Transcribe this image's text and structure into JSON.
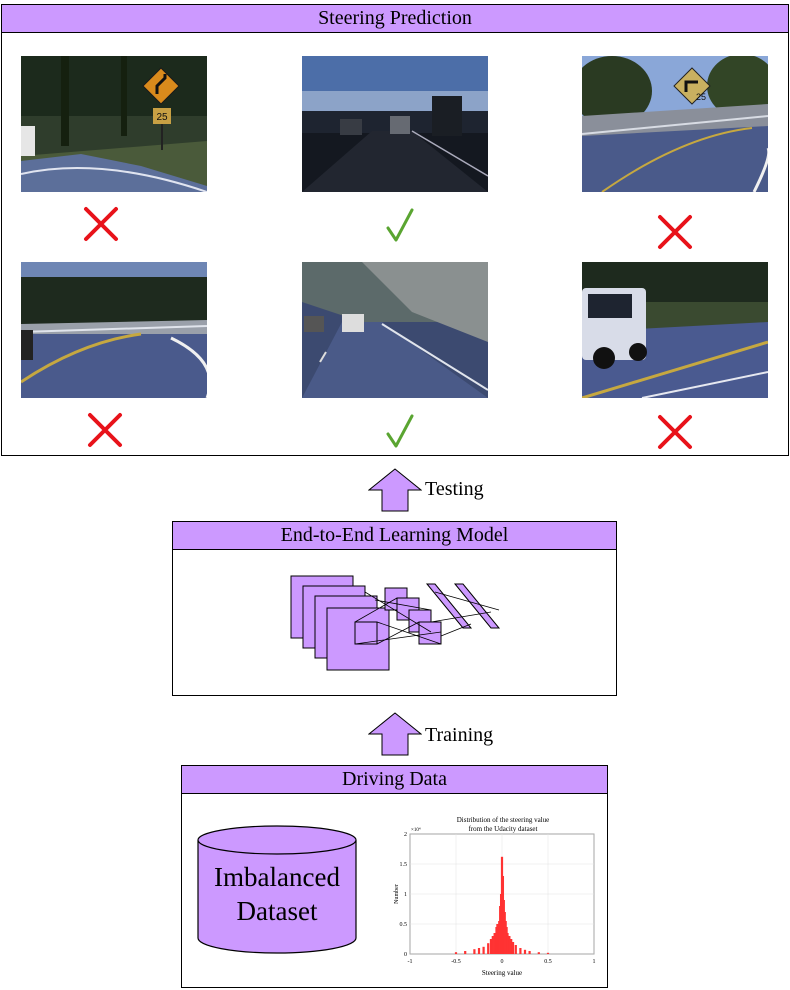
{
  "steering": {
    "title": "Steering Prediction",
    "results": [
      "cross",
      "check",
      "cross",
      "cross",
      "check",
      "cross"
    ],
    "icons": {
      "wrong": "cross-icon",
      "right": "check-icon"
    },
    "colors": {
      "cross": "#e8121a",
      "check": "#5aa531"
    }
  },
  "arrows": {
    "testing": "Testing",
    "training": "Training"
  },
  "model": {
    "title": "End-to-End Learning Model"
  },
  "driving": {
    "title": "Driving Data",
    "dataset_line1": "Imbalanced",
    "dataset_line2": "Dataset"
  },
  "colors": {
    "accent": "#cc99ff",
    "border": "#000000"
  },
  "chart_data": {
    "type": "bar",
    "title": "Distribution of the steering value",
    "subtitle": "from the Udacity dataset",
    "xlabel": "Steering value",
    "ylabel": "Number",
    "y_multiplier": "×10⁴",
    "xlim": [
      -1,
      1
    ],
    "ylim": [
      0,
      2
    ],
    "x_ticks": [
      "-1",
      "-0.5",
      "0",
      "0.5",
      "1"
    ],
    "y_ticks": [
      "0",
      "0.5",
      "1",
      "1.5",
      "2"
    ],
    "grid": true,
    "color": "#ff3333",
    "x": [
      -0.5,
      -0.4,
      -0.3,
      -0.25,
      -0.2,
      -0.15,
      -0.12,
      -0.1,
      -0.08,
      -0.06,
      -0.05,
      -0.04,
      -0.03,
      -0.02,
      -0.01,
      0,
      0.01,
      0.02,
      0.03,
      0.04,
      0.05,
      0.06,
      0.08,
      0.1,
      0.12,
      0.15,
      0.2,
      0.25,
      0.3,
      0.4,
      0.5
    ],
    "values": [
      0.03,
      0.05,
      0.08,
      0.1,
      0.12,
      0.18,
      0.25,
      0.3,
      0.35,
      0.45,
      0.5,
      0.4,
      0.55,
      0.8,
      1.0,
      1.62,
      1.3,
      0.9,
      0.7,
      0.55,
      0.45,
      0.35,
      0.3,
      0.25,
      0.2,
      0.15,
      0.1,
      0.07,
      0.05,
      0.03,
      0.02
    ]
  }
}
